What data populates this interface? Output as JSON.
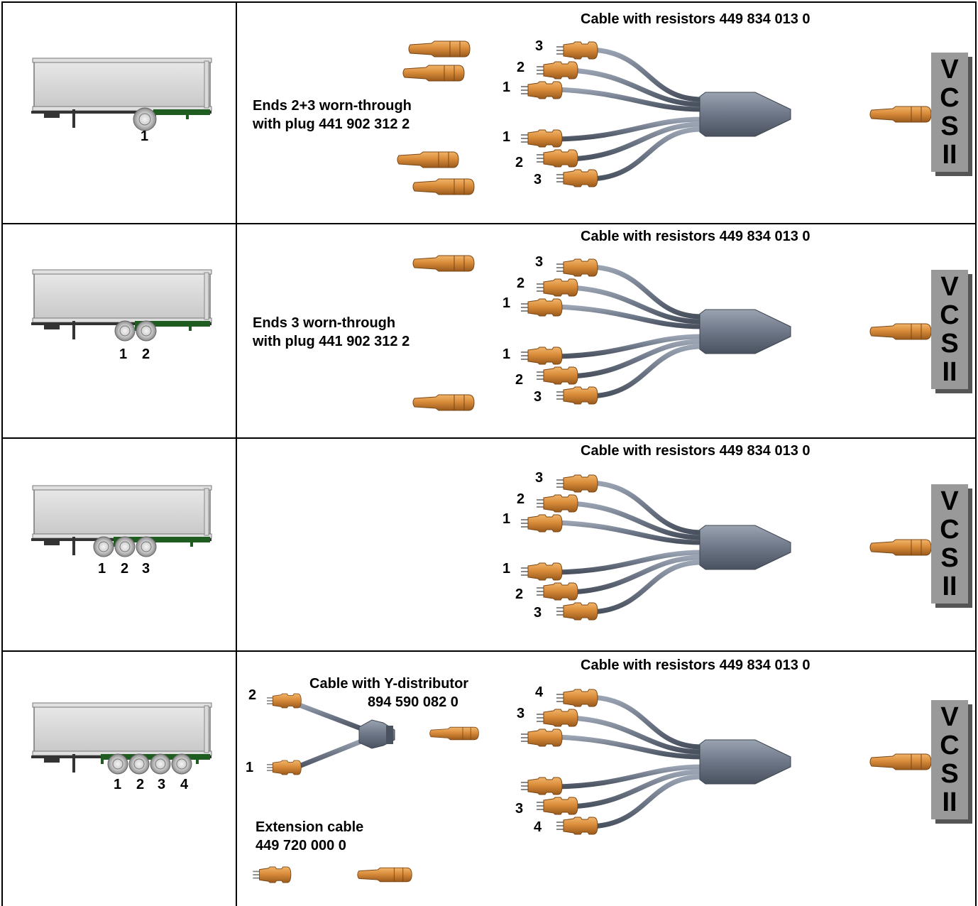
{
  "colors": {
    "plug_orange": "#D98C3A",
    "cable_gray": "#6E7787",
    "trailer_body": "#D6D6D6",
    "chassis_green": "#1F5C1F",
    "vcs_box": "#999999"
  },
  "rows": [
    {
      "axle_numbers": [
        "1"
      ],
      "cable_title": "Cable with resistors 449 834 013 0",
      "note": [
        "Ends 2+3 worn-through",
        "with plug 441 902 312 2"
      ],
      "upper_labels": [
        "3",
        "2",
        "1"
      ],
      "lower_labels": [
        "1",
        "2",
        "3"
      ],
      "vcs": [
        "V",
        "C",
        "S",
        "II"
      ]
    },
    {
      "axle_numbers": [
        "1",
        "2"
      ],
      "cable_title": "Cable with resistors 449 834 013 0",
      "note": [
        "Ends 3 worn-through",
        "with plug 441 902 312 2"
      ],
      "upper_labels": [
        "3",
        "2",
        "1"
      ],
      "lower_labels": [
        "1",
        "2",
        "3"
      ],
      "vcs": [
        "V",
        "C",
        "S",
        "II"
      ]
    },
    {
      "axle_numbers": [
        "1",
        "2",
        "3"
      ],
      "cable_title": "Cable with resistors 449 834 013 0",
      "upper_labels": [
        "3",
        "2",
        "1"
      ],
      "lower_labels": [
        "1",
        "2",
        "3"
      ],
      "vcs": [
        "V",
        "C",
        "S",
        "II"
      ]
    },
    {
      "axle_numbers": [
        "1",
        "2",
        "3",
        "4"
      ],
      "cable_title": "Cable with resistors 449 834 013 0",
      "y_distributor": {
        "title": "Cable with Y-distributor",
        "part_no": "894 590 082 0",
        "end_labels": [
          "2",
          "1"
        ]
      },
      "extension": {
        "title": "Extension cable",
        "part_no": "449 720 000 0"
      },
      "upper_labels": [
        "4",
        "3",
        ""
      ],
      "lower_labels": [
        "",
        "3",
        "4"
      ],
      "vcs": [
        "V",
        "C",
        "S",
        "II"
      ]
    }
  ]
}
